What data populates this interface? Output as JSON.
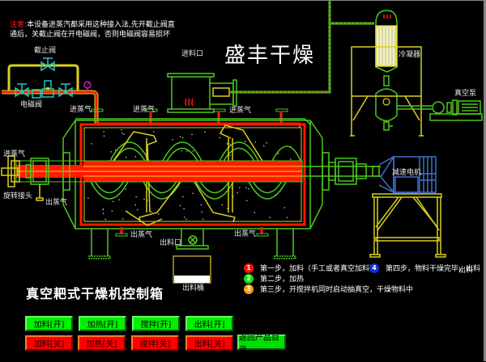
{
  "brand": "盛丰干燥",
  "notice": {
    "warn_label": "注意:",
    "line1": "本设备进蒸汽都采用这种接入法,先开截止阀直",
    "line2": "通后，关截止阀在开电磁阀，否则电磁阀容易损坏"
  },
  "labels": {
    "shutoff_valve": "截止阀",
    "solenoid_valve": "电磁阀",
    "steam_in_1": "进蒸气",
    "steam_in_2": "进蒸气",
    "steam_in_3": "进蒸气",
    "steam_in_left": "进蒸气",
    "feed_inlet": "进料口",
    "condenser": "冷凝器",
    "vacuum_pump": "真空泵",
    "reducer_motor": "减速电机",
    "rotary_joint": "旋转接头",
    "steam_out_1": "出蒸气",
    "steam_out_2": "出蒸气",
    "steam_out_3": "出蒸气",
    "discharge_port": "出料口",
    "discharge_bin": "出料桶",
    "discharge_right": "出料"
  },
  "panel": {
    "title": "真空耙式干燥机控制箱"
  },
  "buttons": {
    "feed_on": "加料[开]",
    "heat_on": "加热[开]",
    "stir_on": "搅拌[开]",
    "discharge_on": "出料[开]",
    "feed_off": "加料[关]",
    "heat_off": "加热[关]",
    "stir_off": "搅拌[关]",
    "discharge_off": "出料[关]",
    "back_to_catalog": "返回产品目录"
  },
  "steps": [
    {
      "num": "1",
      "color": "#ff1010",
      "text": "第一步，加料（手工或者真空加料）"
    },
    {
      "num": "2",
      "color": "#10e010",
      "text": "第二步，加热"
    },
    {
      "num": "3",
      "color": "#ff9a10",
      "text": "第三步，开搅拌机同时启动抽真空，干燥物料中"
    },
    {
      "num": "4",
      "color": "#1030d0",
      "text": "第四步，物料干燥完毕，出料"
    }
  ],
  "colors": {
    "outline": "#4cc81c",
    "steam": "#ff1a00",
    "frame": "#d8d020",
    "valve": "#20c8c8",
    "motor": "#4070d0",
    "gauge": "#c020c0"
  }
}
